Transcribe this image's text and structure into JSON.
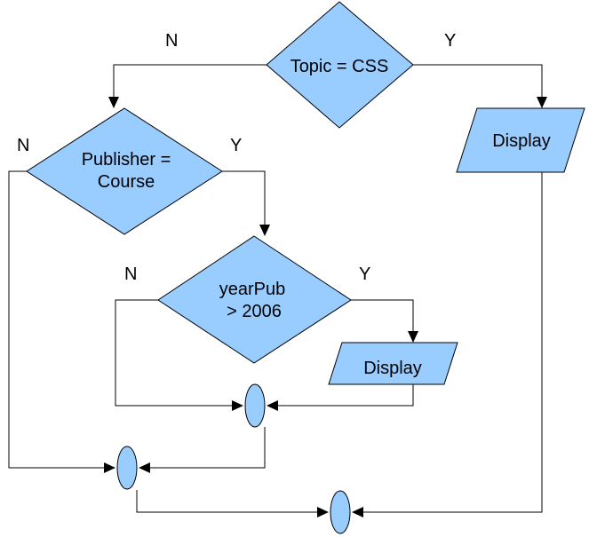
{
  "nodes": {
    "topic_decision": {
      "lines": [
        "Topic = CSS"
      ]
    },
    "display_css": {
      "lines": [
        "Display"
      ]
    },
    "publisher_decision": {
      "lines": [
        "Publisher =",
        "Course"
      ]
    },
    "yearpub_decision": {
      "lines": [
        "yearPub",
        "> 2006"
      ]
    },
    "display_year": {
      "lines": [
        "Display"
      ]
    }
  },
  "branches": {
    "topic_no": "N",
    "topic_yes": "Y",
    "publisher_no": "N",
    "publisher_yes": "Y",
    "yearpub_no": "N",
    "yearpub_yes": "Y"
  },
  "colors": {
    "shape_fill": "#99ccff",
    "stroke": "#000000"
  }
}
